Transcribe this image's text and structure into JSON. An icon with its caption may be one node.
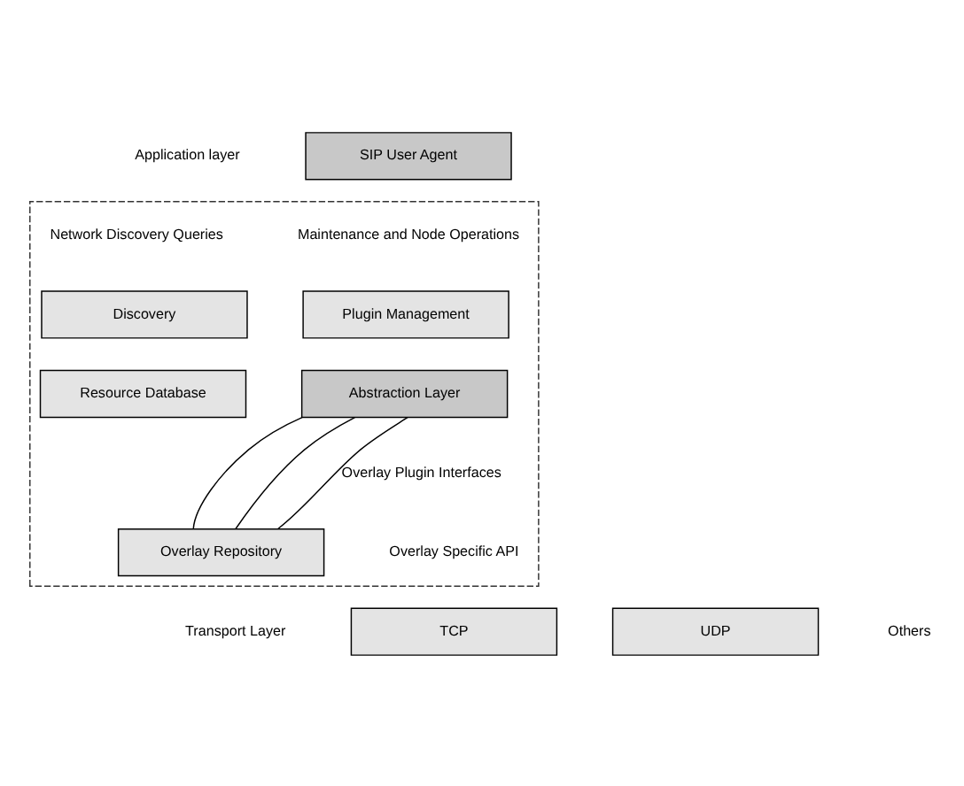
{
  "diagram": {
    "nodes": [
      {
        "text": [
          "SIP User Agent"
        ]
      },
      {
        "text": [],
        "shape": "box"
      },
      {
        "text": [
          "Discovery"
        ],
        "in": 1
      },
      {
        "text": [
          "Plugin Management"
        ],
        "in": 1
      },
      {
        "text": [
          "Resource Database"
        ],
        "in": 1
      },
      {
        "text": [
          "Abstraction Layer"
        ],
        "in": 1
      },
      {
        "text": [
          "Overlay Repository"
        ],
        "in": 1
      },
      {
        "text": [
          "TCP"
        ]
      },
      {
        "text": [
          "UDP"
        ]
      }
    ],
    "edges": [
      {
        "from": 5,
        "to": 6,
        "arrow": "none"
      },
      {
        "from": 5,
        "to": 6,
        "arrow": "none"
      },
      {
        "from": 5,
        "to": 6,
        "arrow": "none"
      }
    ],
    "labels": [
      "Application layer",
      "Network Discovery Queries",
      "Maintenance and Node Operations",
      "Overlay Plugin Interfaces",
      "Overlay Specific API",
      "Transport Layer",
      "Others"
    ]
  }
}
